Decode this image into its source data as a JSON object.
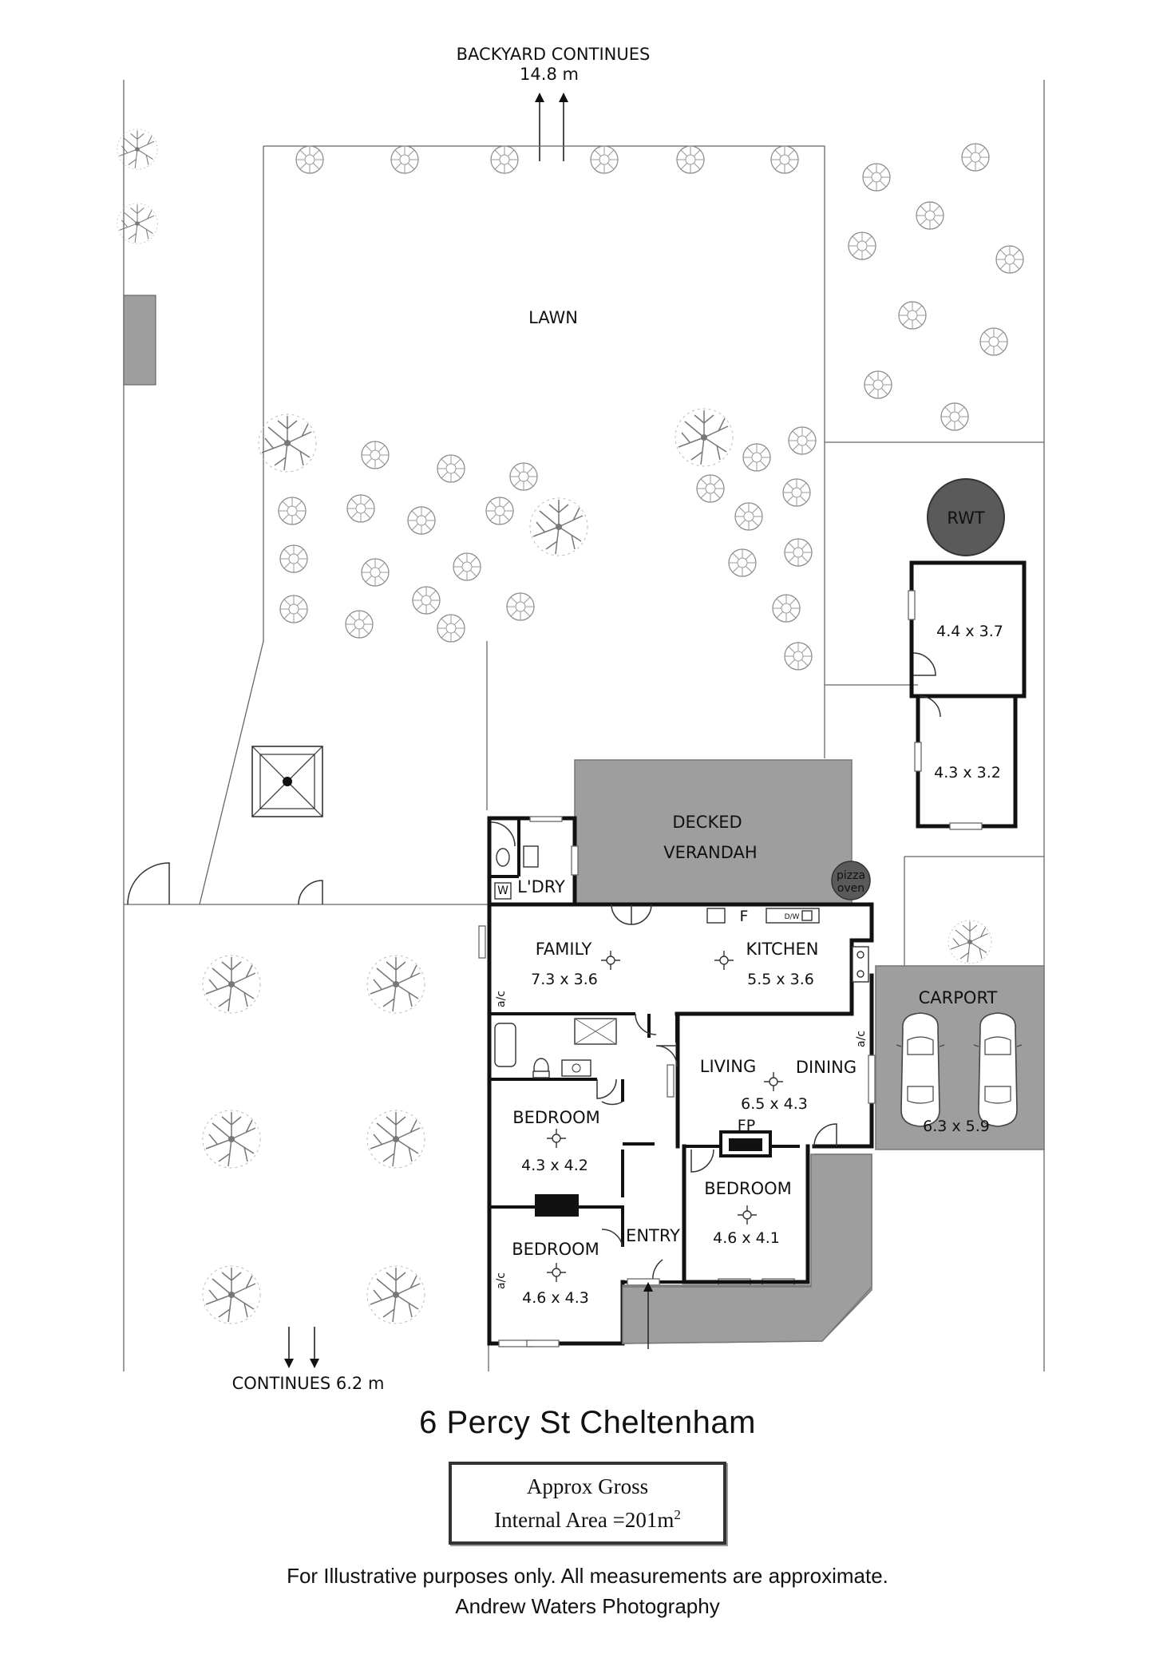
{
  "labels": {
    "backyard": "BACKYARD CONTINUES",
    "backyard_dist": "14.8 m",
    "lawn": "LAWN",
    "rwt": "RWT",
    "shed1_dim": "4.4 x 3.7",
    "shed2_dim": "4.3 x 3.2",
    "decked": "DECKED",
    "verandah": "VERANDAH",
    "pizza": "pizza",
    "oven": "oven",
    "ldry": "L'DRY",
    "w": "W",
    "f": "F",
    "dw": "D/W",
    "family": "FAMILY",
    "family_dim": "7.3 x 3.6",
    "kitchen": "KITCHEN",
    "kitchen_dim": "5.5 x 3.6",
    "ac": "a/c",
    "carport": "CARPORT",
    "carport_dim": "6.3 x 5.9",
    "living": "LIVING",
    "dining": "DINING",
    "living_dim": "6.5 x 4.3",
    "fp": "FP",
    "bedroom": "BEDROOM",
    "bed1_dim": "4.3 x 4.2",
    "bed2_dim": "4.6 x 4.1",
    "bed3_dim": "4.6 x 4.3",
    "entry": "ENTRY",
    "continues": "CONTINUES 6.2 m"
  },
  "footer": {
    "title": "6 Percy St Cheltenham",
    "area_line1": "Approx Gross",
    "area_line2": "Internal Area =201m",
    "area_sup": "2",
    "note1": "For Illustrative purposes only.  All measurements are approximate.",
    "note2": "Andrew Waters Photography"
  },
  "colors": {
    "shade": "#9e9e9e",
    "wall": "#111111",
    "rwt": "#5a5a5a"
  }
}
